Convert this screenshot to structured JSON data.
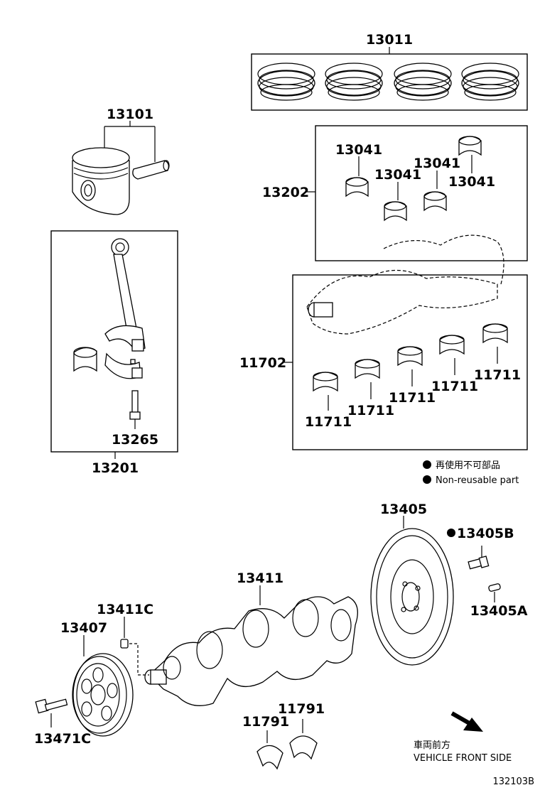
{
  "labels": {
    "p13011": "13011",
    "p13101": "13101",
    "p13041_a": "13041",
    "p13041_b": "13041",
    "p13041_c": "13041",
    "p13041_d": "13041",
    "p13202": "13202",
    "p11702": "11702",
    "p11711_a": "11711",
    "p11711_b": "11711",
    "p11711_c": "11711",
    "p11711_d": "11711",
    "p11711_e": "11711",
    "p13265": "13265",
    "p13201": "13201",
    "p13405": "13405",
    "p13405B": "13405B",
    "p13405A": "13405A",
    "p13411": "13411",
    "p13411C": "13411C",
    "p13407": "13407",
    "p13471C": "13471C",
    "p11791_a": "11791",
    "p11791_b": "11791"
  },
  "legend": {
    "jp": "再使用不可部品",
    "en": "Non-reusable part"
  },
  "direction": {
    "jp": "車両前方",
    "en": "VEHICLE FRONT SIDE"
  },
  "diagram_id": "132103B"
}
